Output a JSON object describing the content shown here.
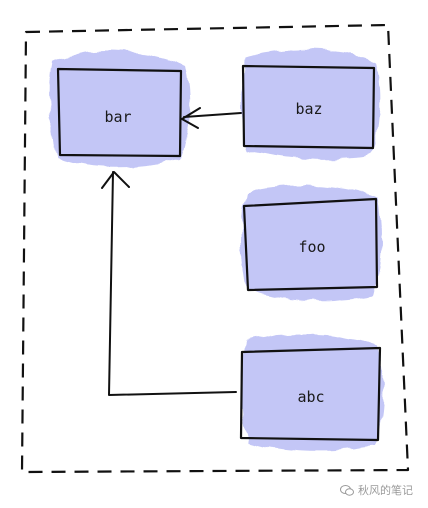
{
  "nodes": {
    "bar": {
      "label": "bar"
    },
    "baz": {
      "label": "baz"
    },
    "foo": {
      "label": "foo"
    },
    "abc": {
      "label": "abc"
    }
  },
  "edges": [
    {
      "from": "baz",
      "to": "bar"
    },
    {
      "from": "abc",
      "to": "bar"
    }
  ],
  "watermark": {
    "text": "秋风的笔记",
    "icon": "wechat-icon"
  },
  "colors": {
    "node_fill": "#b9bdf5",
    "stroke": "#111111"
  }
}
